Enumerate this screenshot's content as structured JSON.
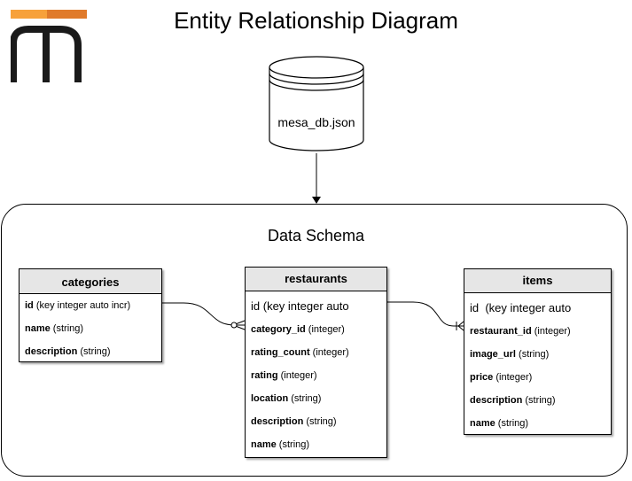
{
  "title": "Entity Relationship Diagram",
  "colors": {
    "logo_light": "#f7a13a",
    "logo_dark": "#e07a2a",
    "header_fill": "#e6e6e6"
  },
  "database": {
    "label": "mesa_db.json"
  },
  "schema": {
    "label": "Data Schema"
  },
  "entities": {
    "categories": {
      "name": "categories",
      "fields": [
        {
          "name": "id",
          "type": " (key integer auto incr)"
        },
        {
          "name": "name",
          "type": " (string)"
        },
        {
          "name": "description",
          "type": " (string)"
        }
      ]
    },
    "restaurants": {
      "name": "restaurants",
      "fields": [
        {
          "name": "id",
          "type": " (key integer auto"
        },
        {
          "name": "category_id",
          "type": " (integer)"
        },
        {
          "name": "rating_count",
          "type": " (integer)"
        },
        {
          "name": "rating",
          "type": " (integer)"
        },
        {
          "name": "location",
          "type": " (string)"
        },
        {
          "name": "description",
          "type": " (string)"
        },
        {
          "name": "name",
          "type": " (string)"
        }
      ]
    },
    "items": {
      "name": "items",
      "fields": [
        {
          "name": "id",
          "type": "  (key integer auto"
        },
        {
          "name": "restaurant_id",
          "type": " (integer)"
        },
        {
          "name": "image_url",
          "type": " (string)"
        },
        {
          "name": "price",
          "type": " (integer)"
        },
        {
          "name": "description",
          "type": " (string)"
        },
        {
          "name": "name",
          "type": " (string)"
        }
      ]
    }
  },
  "relationships": [
    {
      "from": "categories.id",
      "to": "restaurants.category_id",
      "notation": "one-to-zero-or-many"
    },
    {
      "from": "restaurants.id",
      "to": "items.restaurant_id",
      "notation": "one-to-one-or-many"
    }
  ]
}
